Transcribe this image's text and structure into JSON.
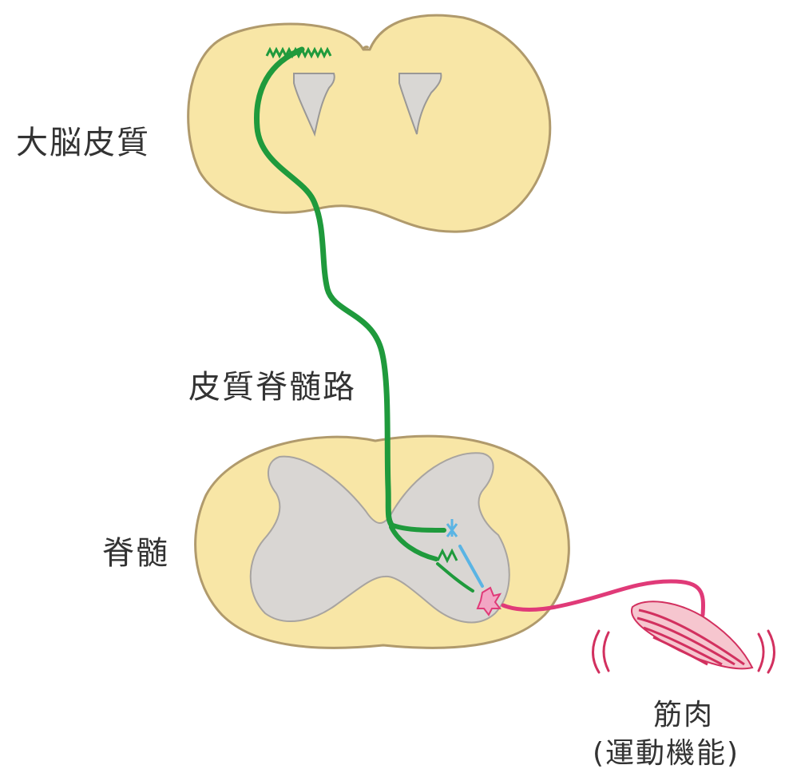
{
  "labels": {
    "cerebral_cortex": "大脳皮質",
    "corticospinal_tract": "皮質脊髄路",
    "spinal_cord": "脊髄",
    "muscle": "筋肉",
    "motor_function": "(運動機能)"
  },
  "colors": {
    "tissue_fill": "#f8e6a6",
    "tissue_outline": "#b09a6c",
    "grey_matter": "#d9d6d3",
    "ventricle": "#d9d7d4",
    "tract_green": "#1f9a3c",
    "interneuron_blue": "#5ab4e4",
    "motor_neuron_pink": "#e03a78",
    "muscle_stripe": "#d2305f",
    "muscle_fill": "#f6c6cf"
  },
  "icons": {
    "vibration": "vibration-marks-icon",
    "synapse": "synapse-icon"
  }
}
